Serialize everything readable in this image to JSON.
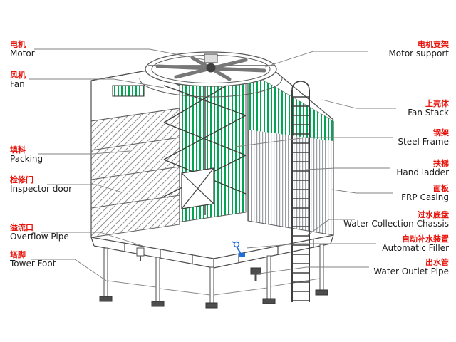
{
  "page": {
    "background": "#ffffff"
  },
  "diagram": {
    "name": "Cooling tower structure diagram",
    "colors": {
      "chinese_label": "#e8140c",
      "english_label": "#1a1a1a",
      "fill_green": "#00a651",
      "outline": "#4d4d4d",
      "casing_gray": "#9aa0a6",
      "filler_blue": "#1e6fd9"
    },
    "labels_left": [
      {
        "zh": "电机",
        "en": "Motor"
      },
      {
        "zh": "风机",
        "en": "Fan"
      },
      {
        "zh": "填料",
        "en": "Packing"
      },
      {
        "zh": "检修门",
        "en": "Inspector door"
      },
      {
        "zh": "溢流口",
        "en": "Overflow Pipe"
      },
      {
        "zh": "塔脚",
        "en": "Tower Foot"
      }
    ],
    "labels_right": [
      {
        "zh": "电机支架",
        "en": "Motor support"
      },
      {
        "zh": "上壳体",
        "en": "Fan Stack"
      },
      {
        "zh": "钢架",
        "en": "Steel Frame"
      },
      {
        "zh": "扶梯",
        "en": "Hand ladder"
      },
      {
        "zh": "面板",
        "en": "FRP Casing"
      },
      {
        "zh": "过水底盘",
        "en": "Water Collection Chassis"
      },
      {
        "zh": "自动补水装置",
        "en": "Automatic Filler"
      },
      {
        "zh": "出水管",
        "en": "Water Outlet Pipe"
      }
    ]
  }
}
